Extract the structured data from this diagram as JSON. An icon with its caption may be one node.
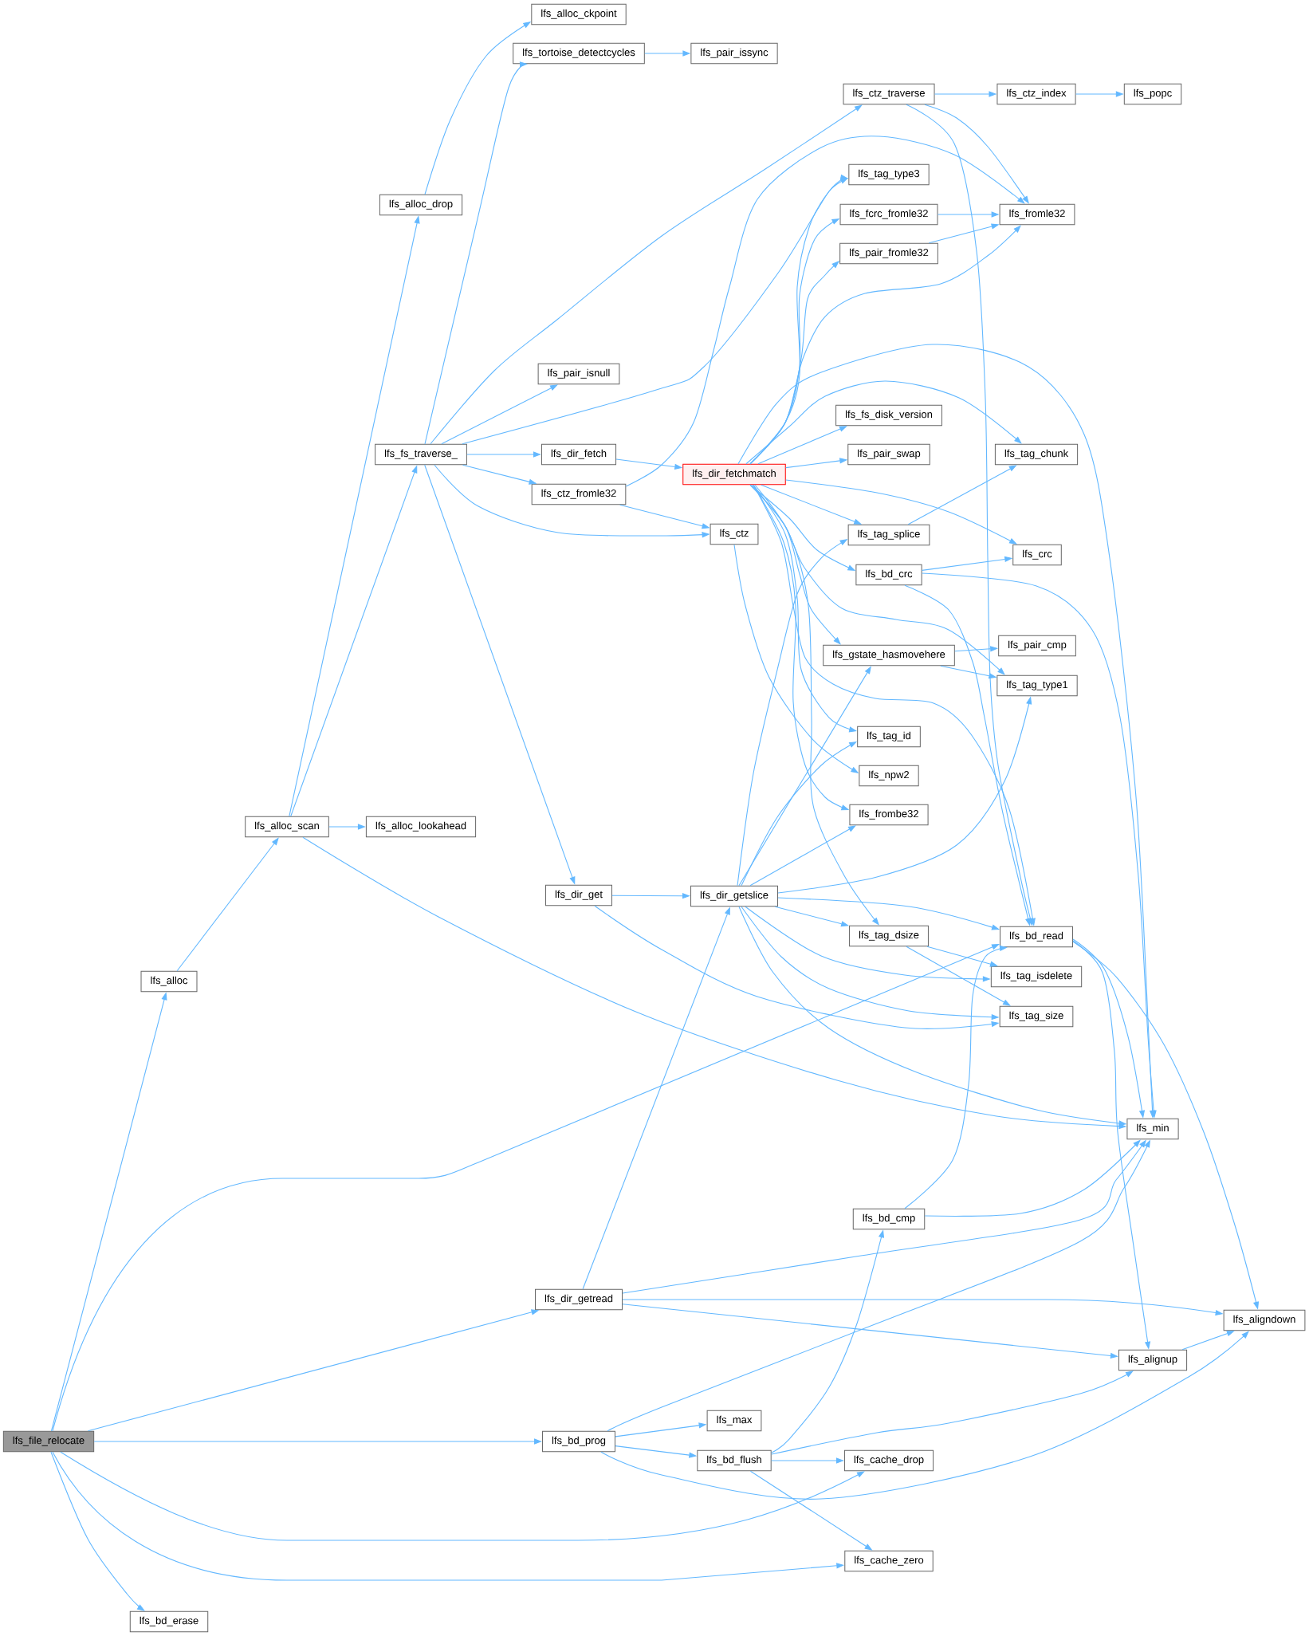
{
  "diagram": {
    "nodes": [
      {
        "text": [
          "lfs_alloc_ckpoint"
        ]
      },
      {
        "text": [
          "lfs_tortoise_detectcycles"
        ]
      },
      {
        "text": [
          "lfs_pair_issync"
        ]
      },
      {
        "text": [
          "lfs_ctz_traverse"
        ]
      },
      {
        "text": [
          "lfs_ctz_index"
        ]
      },
      {
        "text": [
          "lfs_popc"
        ]
      },
      {
        "text": [
          "lfs_tag_type3"
        ]
      },
      {
        "text": [
          "lfs_alloc_drop"
        ]
      },
      {
        "text": [
          "lfs_fcrc_fromle32"
        ]
      },
      {
        "text": [
          "lfs_fromle32"
        ]
      },
      {
        "text": [
          "lfs_pair_fromle32"
        ]
      },
      {
        "text": [
          "lfs_pair_isnull"
        ]
      },
      {
        "text": [
          "lfs_fs_disk_version"
        ]
      },
      {
        "text": [
          "lfs_fs_traverse_"
        ]
      },
      {
        "text": [
          "lfs_dir_fetch"
        ]
      },
      {
        "text": [
          "lfs_pair_swap"
        ]
      },
      {
        "text": [
          "lfs_tag_chunk"
        ]
      },
      {
        "text": [
          "lfs_dir_fetchmatch"
        ]
      },
      {
        "text": [
          "lfs_ctz_fromle32"
        ]
      },
      {
        "text": [
          "lfs_ctz"
        ]
      },
      {
        "text": [
          "lfs_tag_splice"
        ]
      },
      {
        "text": [
          "lfs_crc"
        ]
      },
      {
        "text": [
          "lfs_bd_crc"
        ]
      },
      {
        "text": [
          "lfs_pair_cmp"
        ]
      },
      {
        "text": [
          "lfs_gstate_hasmovehere"
        ]
      },
      {
        "text": [
          "lfs_tag_type1"
        ]
      },
      {
        "text": [
          "lfs_tag_id"
        ]
      },
      {
        "text": [
          "lfs_npw2"
        ]
      },
      {
        "text": [
          "lfs_frombe32"
        ]
      },
      {
        "text": [
          "lfs_alloc_scan"
        ]
      },
      {
        "text": [
          "lfs_alloc_lookahead"
        ]
      },
      {
        "text": [
          "lfs_dir_get"
        ]
      },
      {
        "text": [
          "lfs_dir_getslice"
        ]
      },
      {
        "text": [
          "lfs_tag_dsize"
        ]
      },
      {
        "text": [
          "lfs_bd_read"
        ]
      },
      {
        "text": [
          "lfs_tag_isdelete"
        ]
      },
      {
        "text": [
          "lfs_alloc"
        ]
      },
      {
        "text": [
          "lfs_tag_size"
        ]
      },
      {
        "text": [
          "lfs_min"
        ]
      },
      {
        "text": [
          "lfs_bd_cmp"
        ]
      },
      {
        "text": [
          "lfs_dir_getread"
        ]
      },
      {
        "text": [
          "lfs_aligndown"
        ]
      },
      {
        "text": [
          "lfs_alignup"
        ]
      },
      {
        "text": [
          "lfs_max"
        ]
      },
      {
        "text": [
          "lfs_file_relocate"
        ]
      },
      {
        "text": [
          "lfs_bd_prog"
        ]
      },
      {
        "text": [
          "lfs_bd_flush"
        ]
      },
      {
        "text": [
          "lfs_cache_drop"
        ]
      },
      {
        "text": [
          "lfs_cache_zero"
        ]
      },
      {
        "text": [
          "lfs_bd_erase"
        ]
      }
    ],
    "edges": [
      {
        "from": 44,
        "to": 36,
        "arrow": "to"
      },
      {
        "from": 44,
        "to": 34,
        "arrow": "to"
      },
      {
        "from": 44,
        "to": 40,
        "arrow": "to"
      },
      {
        "from": 44,
        "to": 45,
        "arrow": "to"
      },
      {
        "from": 44,
        "to": 47,
        "arrow": "to"
      },
      {
        "from": 44,
        "to": 48,
        "arrow": "to"
      },
      {
        "from": 44,
        "to": 49,
        "arrow": "to"
      },
      {
        "from": 36,
        "to": 29,
        "arrow": "to"
      },
      {
        "from": 29,
        "to": 7,
        "arrow": "to"
      },
      {
        "from": 29,
        "to": 13,
        "arrow": "to"
      },
      {
        "from": 29,
        "to": 30,
        "arrow": "to"
      },
      {
        "from": 29,
        "to": 38,
        "arrow": "to"
      },
      {
        "from": 7,
        "to": 0,
        "arrow": "to"
      },
      {
        "from": 13,
        "to": 1,
        "arrow": "to"
      },
      {
        "from": 13,
        "to": 3,
        "arrow": "to"
      },
      {
        "from": 13,
        "to": 6,
        "arrow": "to"
      },
      {
        "from": 13,
        "to": 11,
        "arrow": "to"
      },
      {
        "from": 13,
        "to": 14,
        "arrow": "to"
      },
      {
        "from": 13,
        "to": 18,
        "arrow": "to"
      },
      {
        "from": 13,
        "to": 19,
        "arrow": "to"
      },
      {
        "from": 13,
        "to": 31,
        "arrow": "to"
      },
      {
        "from": 14,
        "to": 17,
        "arrow": "to"
      },
      {
        "from": 18,
        "to": 9,
        "arrow": "to"
      },
      {
        "from": 18,
        "to": 19,
        "arrow": "to"
      },
      {
        "from": 3,
        "to": 4,
        "arrow": "to"
      },
      {
        "from": 3,
        "to": 9,
        "arrow": "to"
      },
      {
        "from": 3,
        "to": 34,
        "arrow": "to"
      },
      {
        "from": 4,
        "to": 5,
        "arrow": "to"
      },
      {
        "from": 1,
        "to": 2,
        "arrow": "to"
      },
      {
        "from": 8,
        "to": 9,
        "arrow": "to"
      },
      {
        "from": 10,
        "to": 9,
        "arrow": "to"
      },
      {
        "from": 20,
        "to": 16,
        "arrow": "to"
      },
      {
        "from": 22,
        "to": 21,
        "arrow": "to"
      },
      {
        "from": 22,
        "to": 38,
        "arrow": "to"
      },
      {
        "from": 22,
        "to": 34,
        "arrow": "to"
      },
      {
        "from": 17,
        "to": 6,
        "arrow": "to"
      },
      {
        "from": 17,
        "to": 8,
        "arrow": "to"
      },
      {
        "from": 17,
        "to": 10,
        "arrow": "to"
      },
      {
        "from": 17,
        "to": 9,
        "arrow": "to"
      },
      {
        "from": 17,
        "to": 38,
        "arrow": "to"
      },
      {
        "from": 17,
        "to": 16,
        "arrow": "to"
      },
      {
        "from": 17,
        "to": 12,
        "arrow": "to"
      },
      {
        "from": 17,
        "to": 15,
        "arrow": "to"
      },
      {
        "from": 17,
        "to": 21,
        "arrow": "to"
      },
      {
        "from": 17,
        "to": 20,
        "arrow": "to"
      },
      {
        "from": 17,
        "to": 22,
        "arrow": "to"
      },
      {
        "from": 17,
        "to": 24,
        "arrow": "to"
      },
      {
        "from": 17,
        "to": 25,
        "arrow": "to"
      },
      {
        "from": 17,
        "to": 34,
        "arrow": "to"
      },
      {
        "from": 17,
        "to": 26,
        "arrow": "to"
      },
      {
        "from": 17,
        "to": 28,
        "arrow": "to"
      },
      {
        "from": 17,
        "to": 33,
        "arrow": "to"
      },
      {
        "from": 19,
        "to": 27,
        "arrow": "to"
      },
      {
        "from": 24,
        "to": 23,
        "arrow": "to"
      },
      {
        "from": 24,
        "to": 25,
        "arrow": "to"
      },
      {
        "from": 31,
        "to": 32,
        "arrow": "to"
      },
      {
        "from": 31,
        "to": 37,
        "arrow": "to"
      },
      {
        "from": 32,
        "to": 20,
        "arrow": "to"
      },
      {
        "from": 32,
        "to": 24,
        "arrow": "to"
      },
      {
        "from": 32,
        "to": 26,
        "arrow": "to"
      },
      {
        "from": 32,
        "to": 28,
        "arrow": "to"
      },
      {
        "from": 32,
        "to": 25,
        "arrow": "to"
      },
      {
        "from": 32,
        "to": 34,
        "arrow": "to"
      },
      {
        "from": 32,
        "to": 33,
        "arrow": "to"
      },
      {
        "from": 32,
        "to": 35,
        "arrow": "to"
      },
      {
        "from": 32,
        "to": 37,
        "arrow": "to"
      },
      {
        "from": 32,
        "to": 38,
        "arrow": "to"
      },
      {
        "from": 33,
        "to": 35,
        "arrow": "to"
      },
      {
        "from": 33,
        "to": 37,
        "arrow": "to"
      },
      {
        "from": 34,
        "to": 38,
        "arrow": "to"
      },
      {
        "from": 34,
        "to": 42,
        "arrow": "to"
      },
      {
        "from": 34,
        "to": 41,
        "arrow": "to"
      },
      {
        "from": 39,
        "to": 34,
        "arrow": "to"
      },
      {
        "from": 39,
        "to": 38,
        "arrow": "to"
      },
      {
        "from": 40,
        "to": 32,
        "arrow": "to"
      },
      {
        "from": 40,
        "to": 38,
        "arrow": "to"
      },
      {
        "from": 40,
        "to": 41,
        "arrow": "to"
      },
      {
        "from": 40,
        "to": 42,
        "arrow": "to"
      },
      {
        "from": 42,
        "to": 41,
        "arrow": "to"
      },
      {
        "from": 45,
        "to": 38,
        "arrow": "to"
      },
      {
        "from": 45,
        "to": 43,
        "arrow": "to"
      },
      {
        "from": 45,
        "to": 46,
        "arrow": "to"
      },
      {
        "from": 45,
        "to": 41,
        "arrow": "to"
      },
      {
        "from": 46,
        "to": 39,
        "arrow": "to"
      },
      {
        "from": 46,
        "to": 42,
        "arrow": "to"
      },
      {
        "from": 46,
        "to": 47,
        "arrow": "to"
      },
      {
        "from": 46,
        "to": 48,
        "arrow": "to"
      }
    ]
  }
}
